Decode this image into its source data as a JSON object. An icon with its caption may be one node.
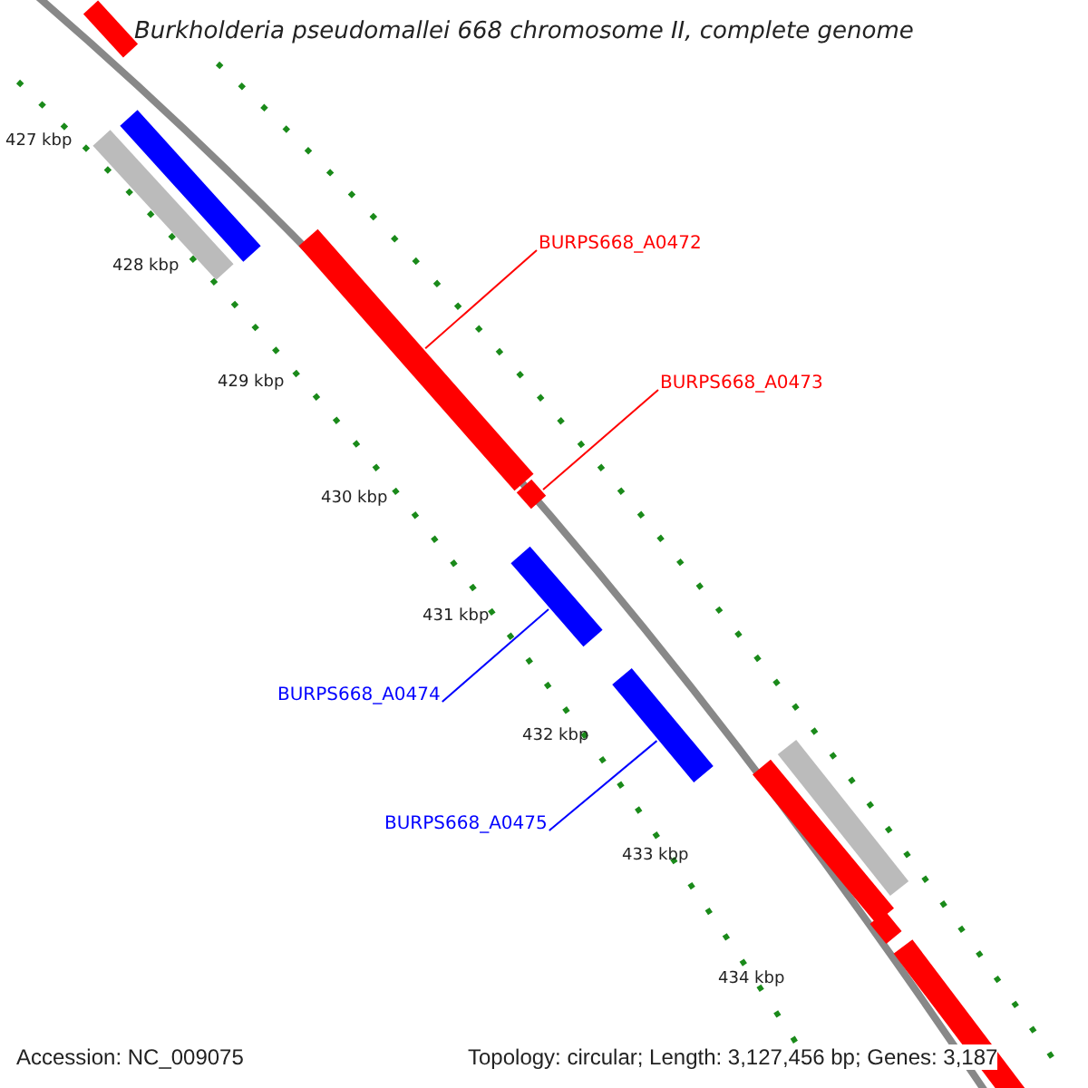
{
  "diagram": {
    "title": "Burkholderia pseudomallei 668 chromosome II, complete genome",
    "nodes": [
      {
        "text": [
          "BURPS668_A0472"
        ]
      },
      {
        "text": [
          "BURPS668_A0473"
        ]
      },
      {
        "text": [
          "BURPS668_A0474"
        ]
      },
      {
        "text": [
          "BURPS668_A0475"
        ]
      },
      {
        "text": [],
        "shape": "bar"
      },
      {
        "text": [],
        "shape": "bar"
      },
      {
        "text": [],
        "shape": "bar"
      },
      {
        "text": [],
        "shape": "bar"
      }
    ],
    "edges": [
      {
        "from": 0,
        "to": 4,
        "arrow": "none",
        "color": "#ff0000"
      },
      {
        "from": 1,
        "to": 5,
        "arrow": "none",
        "color": "#ff0000"
      },
      {
        "from": 2,
        "to": 6,
        "arrow": "none",
        "color": "#0000ff"
      },
      {
        "from": 3,
        "to": 7,
        "arrow": "none",
        "color": "#0000ff"
      }
    ],
    "labels": [
      "427 kbp",
      "428 kbp",
      "429 kbp",
      "430 kbp",
      "431 kbp",
      "432 kbp",
      "433 kbp",
      "434 kbp",
      "Accession: NC_009075",
      "Topology: circular; Length: 3,127,456 bp; Genes: 3,187"
    ]
  }
}
